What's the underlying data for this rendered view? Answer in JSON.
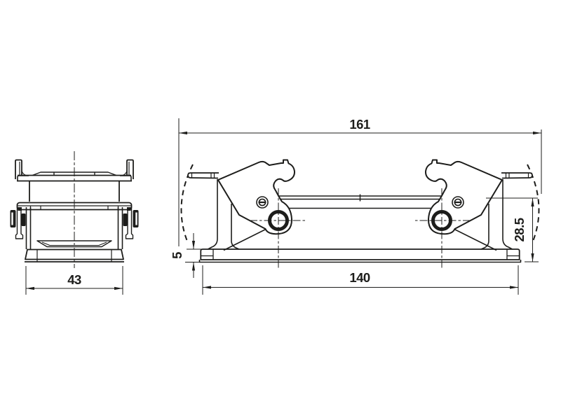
{
  "drawing": {
    "type": "technical-drawing",
    "colors": {
      "background": "#ffffff",
      "line": "#1d1d1b"
    },
    "views": {
      "side_view": {
        "dim_hood_width": "43"
      },
      "front_view": {
        "dim_overall_width": "161",
        "dim_flange_width": "140",
        "dim_height": "28.5",
        "dim_base_thickness": "5"
      }
    }
  }
}
